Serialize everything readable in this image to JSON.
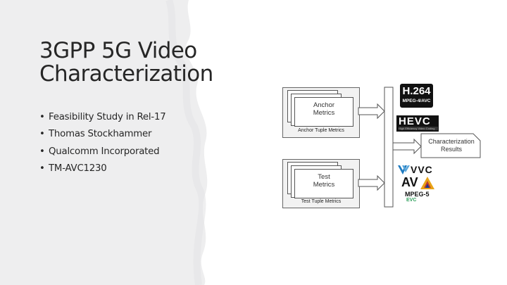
{
  "slide": {
    "title_line1": "3GPP 5G Video",
    "title_line2": "Characterization",
    "bullets": [
      "Feasibility Study in Rel-17",
      "Thomas Stockhammer",
      "Qualcomm Incorporated",
      "TM-AVC1230"
    ],
    "bullet_glyph": "•"
  },
  "diagram": {
    "anchor_metrics_line1": "Anchor",
    "anchor_metrics_line2": "Metrics",
    "anchor_tuple_label": "Anchor Tuple Metrics",
    "test_metrics_line1": "Test",
    "test_metrics_line2": "Metrics",
    "test_tuple_label": "Test Tuple Metrics",
    "results_line1": "Characterization",
    "results_line2": "Results"
  },
  "logos": {
    "h264_main": "H.264",
    "h264_sub": "MPEG-4/AVC",
    "hevc_main": "HEVC",
    "hevc_sub": "High Efficiency Video Coding",
    "vvc_text": "VVC",
    "av1_text": "AV",
    "mpeg5_text": "MPEG-5",
    "evc_text": "EVC"
  },
  "colors": {
    "background": "#ffffff",
    "brush_stroke": "#eeeeef",
    "text": "#262626",
    "vvc_blue": "#1f7bc1",
    "evc_green": "#2e9f5b"
  }
}
